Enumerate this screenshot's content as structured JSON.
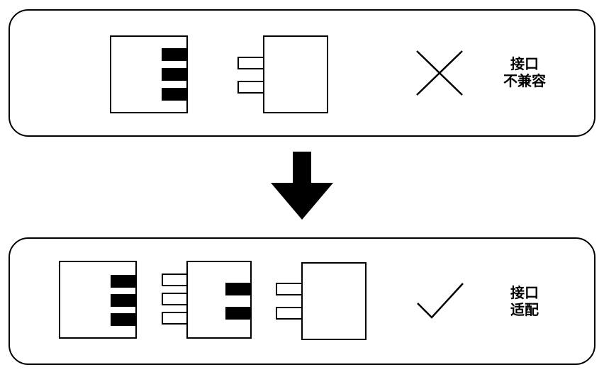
{
  "top_panel": {
    "status_label_line1": "接口",
    "status_label_line2": "不兼容",
    "status_icon": "cross-icon"
  },
  "arrow": {
    "icon": "down-arrow-icon"
  },
  "bottom_panel": {
    "status_label_line1": "接口",
    "status_label_line2": "适配",
    "status_icon": "check-icon"
  },
  "colors": {
    "stroke": "#000000",
    "background": "#ffffff"
  }
}
